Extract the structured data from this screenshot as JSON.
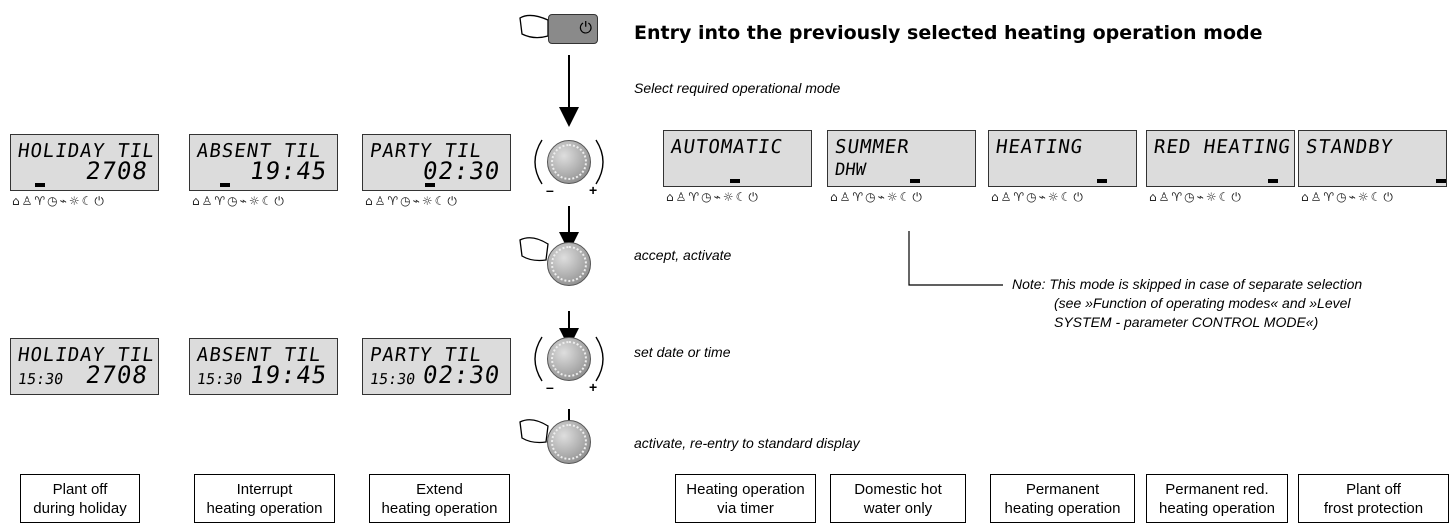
{
  "header": {
    "title": "Entry into the previously selected heating operation mode"
  },
  "steps": {
    "select_mode": "Select required operational mode",
    "accept": "accept, activate",
    "set_date": "set date or time",
    "activate_reentry": "activate, re-entry to standard display"
  },
  "buttons": {
    "standby_glyph": "⏻"
  },
  "dial": {
    "minus": "–",
    "plus": "+"
  },
  "note": {
    "line1": "Note: This mode is skipped in case of separate selection",
    "line2": "(see »Function of operating modes« and »Level",
    "line3": "SYSTEM - parameter CONTROL MODE«)"
  },
  "lcd_icons": "⌂♙♈◷⌁☼☾⏻",
  "left_modes": [
    {
      "lcd1_text": "HOLIDAY TIL",
      "lcd1_value": "2708",
      "lcd2_time": "15:30",
      "lcd2_value": "2708",
      "caption1": "Plant off",
      "caption2": "during holiday"
    },
    {
      "lcd1_text": "ABSENT TIL",
      "lcd1_value": "19:45",
      "lcd2_time": "15:30",
      "lcd2_value": "19:45",
      "caption1": "Interrupt",
      "caption2": "heating operation"
    },
    {
      "lcd1_text": "PARTY TIL",
      "lcd1_value": "02:30",
      "lcd2_time": "15:30",
      "lcd2_value": "02:30",
      "caption1": "Extend",
      "caption2": "heating operation"
    }
  ],
  "right_modes": [
    {
      "lcd_text": "AUTOMATIC",
      "lcd_sub": "",
      "caption1": "Heating operation",
      "caption2": "via timer"
    },
    {
      "lcd_text": "SUMMER",
      "lcd_sub": "DHW",
      "caption1": "Domestic hot",
      "caption2": "water only"
    },
    {
      "lcd_text": "HEATING",
      "lcd_sub": "",
      "caption1": "Permanent",
      "caption2": "heating operation"
    },
    {
      "lcd_text": "RED HEATING",
      "lcd_sub": "",
      "caption1": "Permanent red.",
      "caption2": "heating operation"
    },
    {
      "lcd_text": "STANDBY",
      "lcd_sub": "",
      "caption1": "Plant off",
      "caption2": "frost protection"
    }
  ]
}
